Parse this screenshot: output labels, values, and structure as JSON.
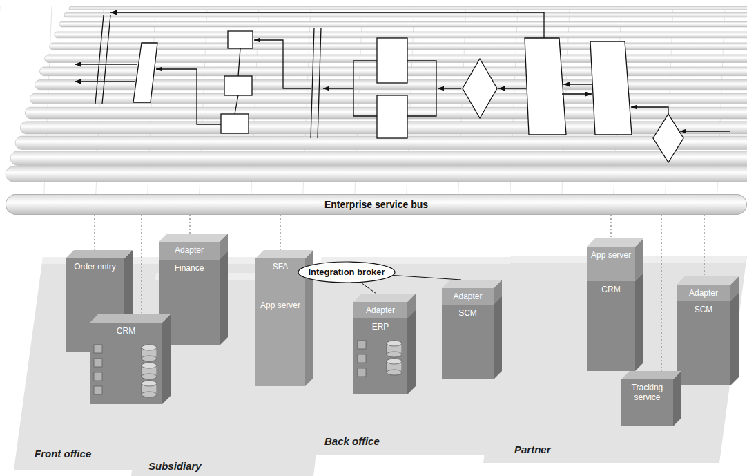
{
  "diagram": {
    "nodes": [
      {
        "text": [
          "Enterprise service bus"
        ]
      },
      {
        "text": [
          "Front office"
        ]
      },
      {
        "text": [
          "Order entry"
        ],
        "in": 1
      },
      {
        "text": [
          "CRM"
        ],
        "in": 1
      },
      {
        "text": [
          "Adapter"
        ],
        "in": 1
      },
      {
        "text": [
          "Finance"
        ],
        "in": 1
      },
      {
        "text": [
          "Subsidiary"
        ]
      },
      {
        "text": [
          "SFA",
          "App server"
        ],
        "in": 6
      },
      {
        "text": [
          "Back office"
        ]
      },
      {
        "text": [
          "Integration broker"
        ],
        "in": 8
      },
      {
        "text": [
          "Adapter"
        ],
        "in": 8
      },
      {
        "text": [
          "ERP"
        ],
        "in": 8
      },
      {
        "text": [
          "Adapter"
        ],
        "in": 8
      },
      {
        "text": [
          "SCM"
        ],
        "in": 8
      },
      {
        "text": [
          "Partner"
        ]
      },
      {
        "text": [
          "App server"
        ],
        "in": 14
      },
      {
        "text": [
          "CRM"
        ],
        "in": 14
      },
      {
        "text": [
          "Adapter"
        ],
        "in": 14
      },
      {
        "text": [
          "SCM"
        ],
        "in": 14
      },
      {
        "text": [
          "Tracking service"
        ],
        "in": 14
      }
    ],
    "edges": [
      {
        "from": 0,
        "to": 2,
        "arrow": "none"
      },
      {
        "from": 0,
        "to": 3,
        "arrow": "none"
      },
      {
        "from": 0,
        "to": 4,
        "arrow": "none"
      },
      {
        "from": 0,
        "to": 7,
        "arrow": "none"
      },
      {
        "from": 9,
        "to": 10,
        "arrow": "none"
      },
      {
        "from": 9,
        "to": 12,
        "arrow": "none"
      },
      {
        "from": 0,
        "to": 15,
        "arrow": "none"
      },
      {
        "from": 0,
        "to": 19,
        "arrow": "none"
      },
      {
        "from": 0,
        "to": 17,
        "arrow": "none"
      }
    ]
  }
}
